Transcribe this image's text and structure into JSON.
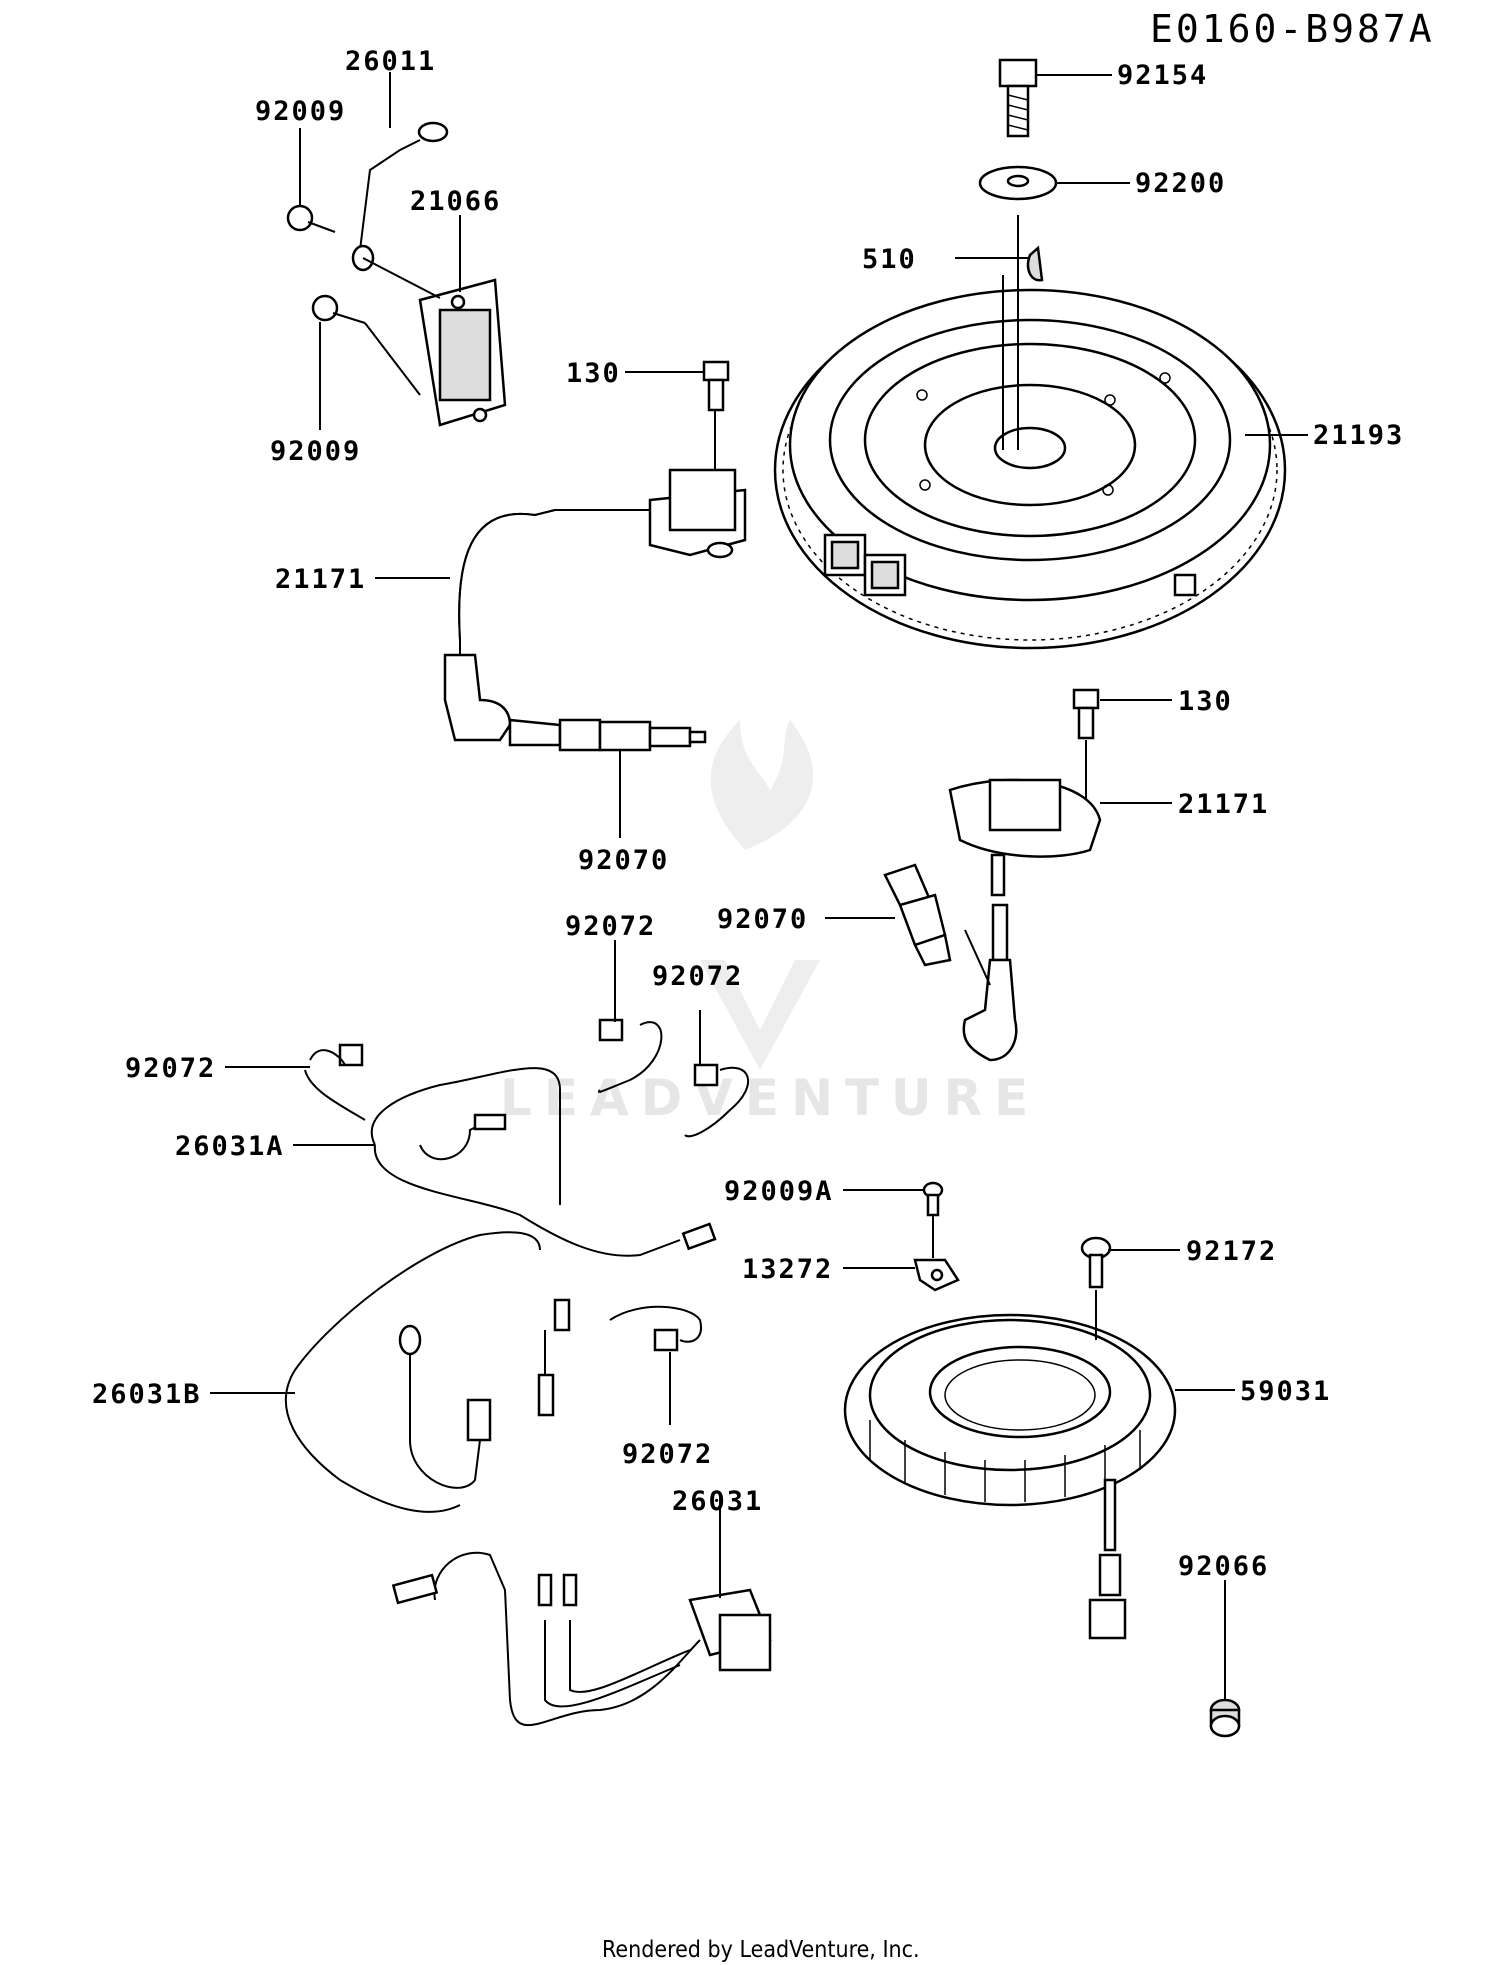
{
  "diagram": {
    "code": "E0160-B987A",
    "watermark": "LEADVENTURE",
    "footer": "Rendered by LeadVenture, Inc.",
    "callouts": [
      {
        "id": "92154"
      },
      {
        "id": "92200"
      },
      {
        "id": "510"
      },
      {
        "id": "21193"
      },
      {
        "id": "130"
      },
      {
        "id": "21171"
      },
      {
        "id": "92070"
      },
      {
        "id": "92072"
      },
      {
        "id": "26031A"
      },
      {
        "id": "92009A"
      },
      {
        "id": "13272"
      },
      {
        "id": "92172"
      },
      {
        "id": "59031"
      },
      {
        "id": "26031B"
      },
      {
        "id": "26031"
      },
      {
        "id": "92066"
      },
      {
        "id": "26011"
      },
      {
        "id": "92009"
      },
      {
        "id": "21066"
      }
    ]
  }
}
